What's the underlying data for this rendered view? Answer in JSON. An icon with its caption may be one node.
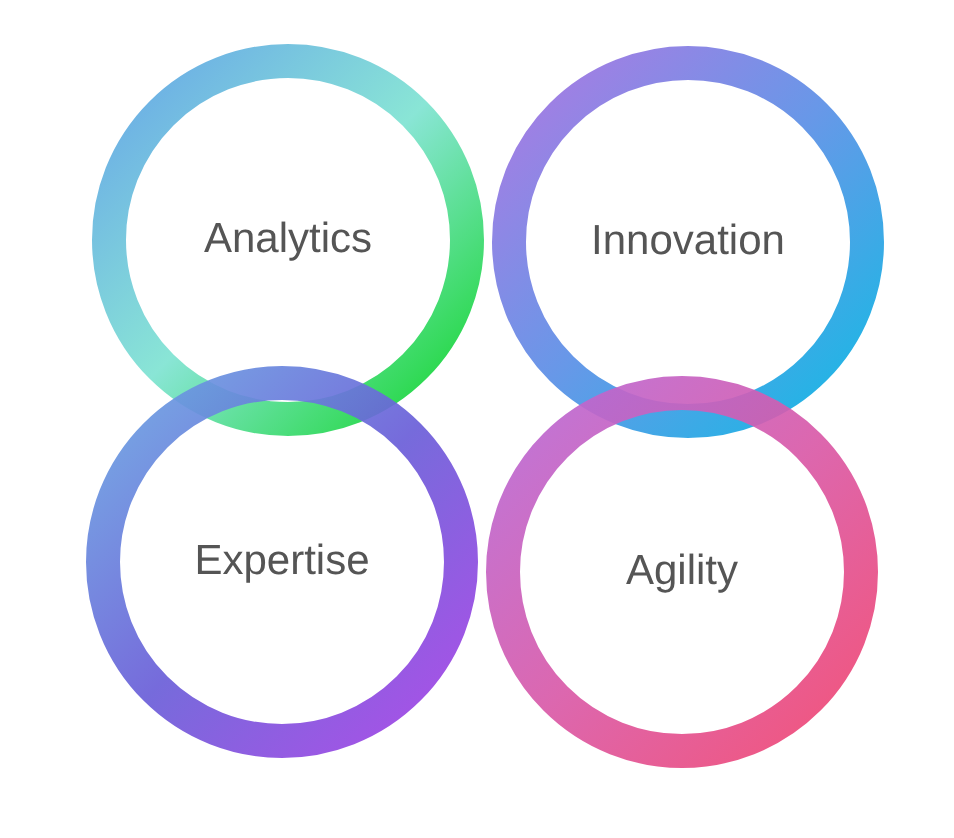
{
  "diagram": {
    "nodes": [
      {
        "text": [
          "Analytics"
        ]
      },
      {
        "text": [
          "Innovation"
        ]
      },
      {
        "text": [
          "Expertise"
        ]
      },
      {
        "text": [
          "Agility"
        ]
      }
    ]
  }
}
